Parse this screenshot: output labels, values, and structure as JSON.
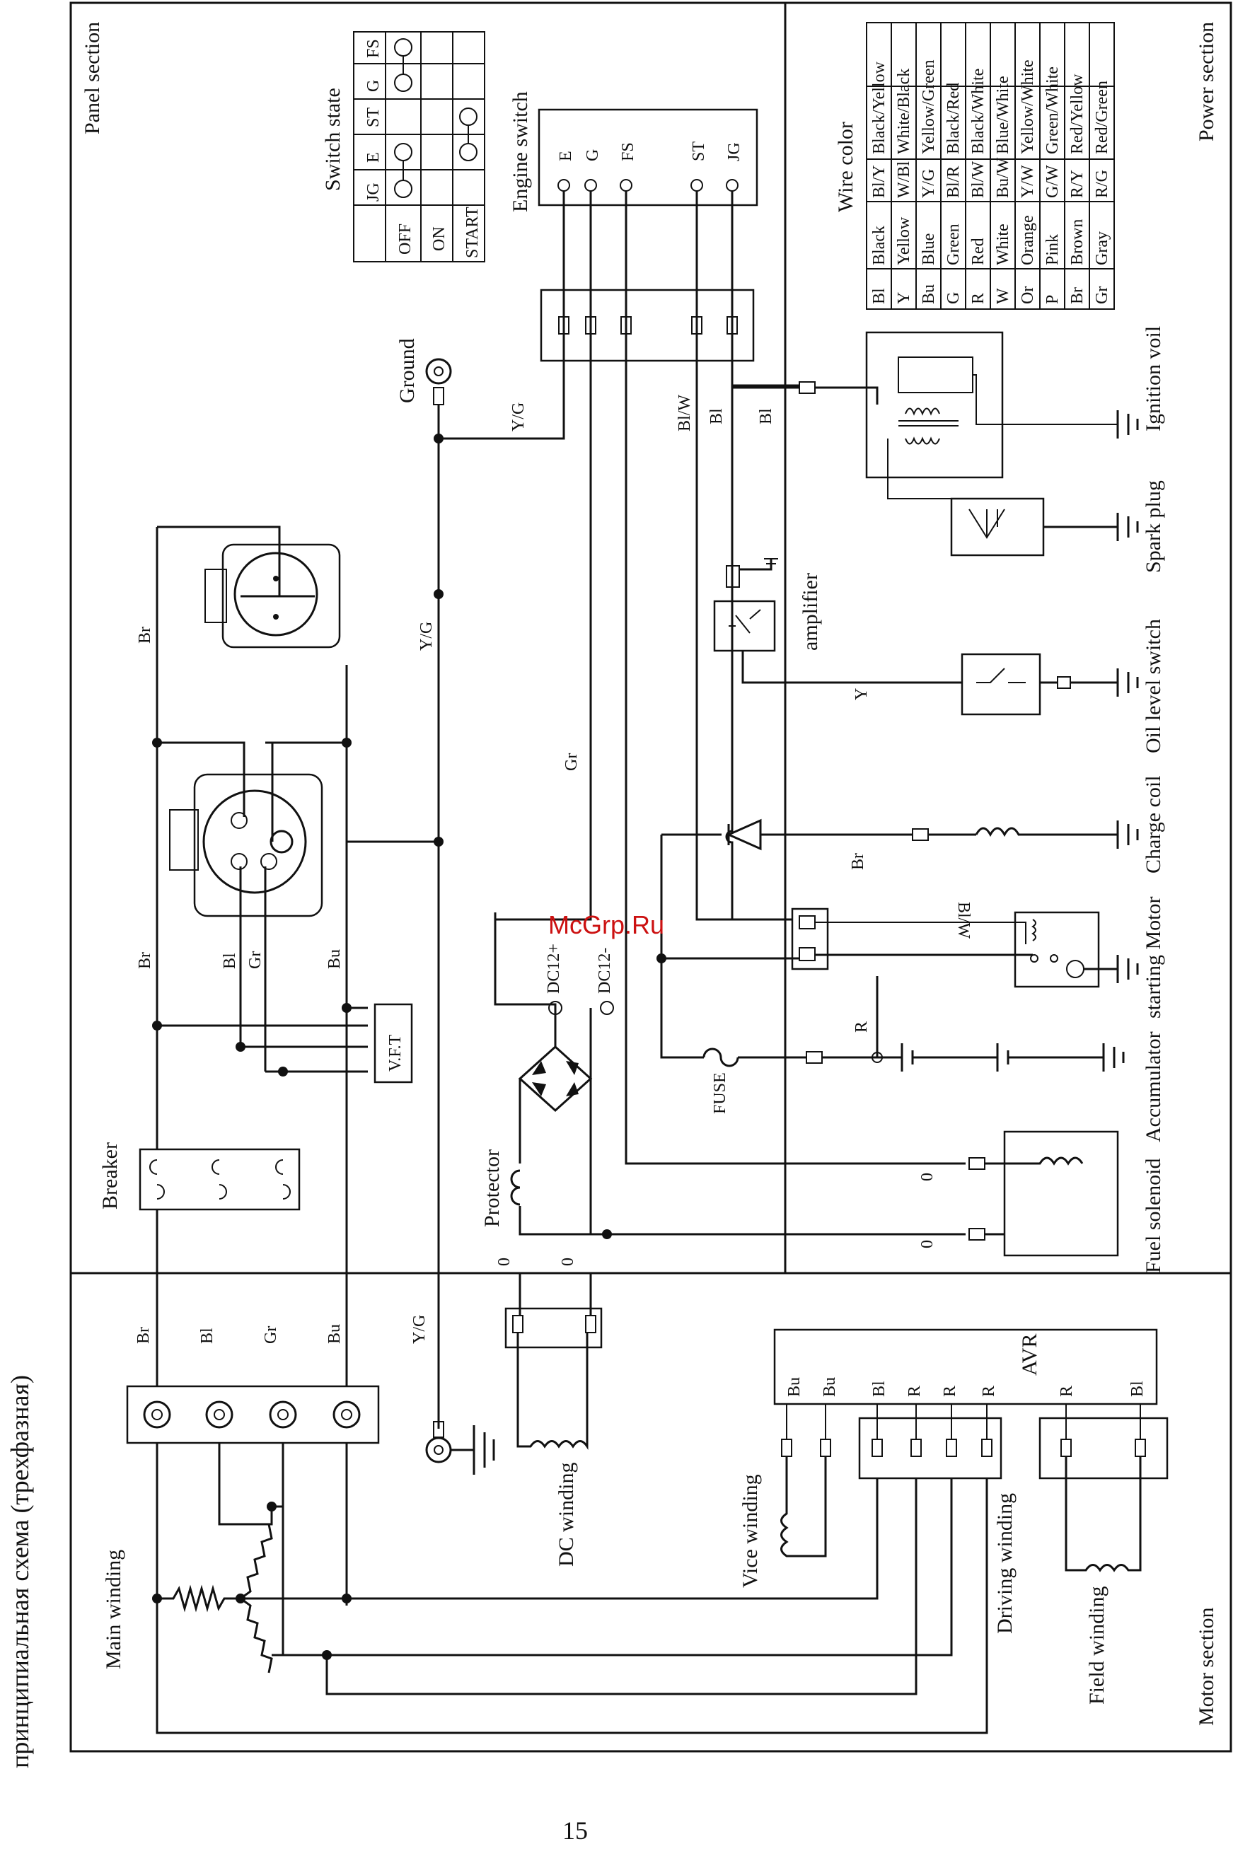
{
  "header": {
    "title": "принципиальная схема (трехфазная)"
  },
  "page_number": "15",
  "watermark": "McGrp.Ru",
  "sections": {
    "panel": "Panel section",
    "power": "Power section",
    "motor": "Motor section"
  },
  "switch_state": {
    "title": "Switch state",
    "columns": [
      "JG",
      "E",
      "ST",
      "G",
      "FS"
    ],
    "rows": [
      "OFF",
      "ON",
      "START"
    ]
  },
  "engine_switch": {
    "title": "Engine switch",
    "terminals": [
      "E",
      "G",
      "FS",
      "ST",
      "JG"
    ]
  },
  "wire_color": {
    "title": "Wire color",
    "entries": [
      {
        "code": "Bl",
        "color": "Black"
      },
      {
        "code": "Y",
        "color": "Yellow"
      },
      {
        "code": "Bu",
        "color": "Blue"
      },
      {
        "code": "G",
        "color": "Green"
      },
      {
        "code": "R",
        "color": "Red"
      },
      {
        "code": "W",
        "color": "White"
      },
      {
        "code": "Or",
        "color": "Orange"
      },
      {
        "code": "P",
        "color": "Pink"
      },
      {
        "code": "Br",
        "color": "Brown"
      },
      {
        "code": "Gr",
        "color": "Gray"
      }
    ],
    "pairs": [
      {
        "code": "Bl/Y",
        "color": "Black/Yellow"
      },
      {
        "code": "W/Bl",
        "color": "White/Black"
      },
      {
        "code": "Y/G",
        "color": "Yellow/Green"
      },
      {
        "code": "Bl/R",
        "color": "Black/Red"
      },
      {
        "code": "Bl/W",
        "color": "Black/White"
      },
      {
        "code": "Bu/W",
        "color": "Blue/White"
      },
      {
        "code": "Y/W",
        "color": "Yellow/White"
      },
      {
        "code": "G/W",
        "color": "Green/White"
      },
      {
        "code": "R/Y",
        "color": "Red/Yellow"
      },
      {
        "code": "R/G",
        "color": "Red/Green"
      }
    ]
  },
  "components": {
    "ground": "Ground",
    "ignition_coil": "Ignition voil",
    "spark_plug": "Spark plug",
    "amplifier": "amplifier",
    "oil_switch": "Oil level switch",
    "charge_coil": "Charge coil",
    "starting_motor": "starting Motor",
    "accumulator": "Accumulator",
    "fuel_solenoid": "Fuel solenoid",
    "fuse": "FUSE",
    "breaker": "Breaker",
    "protector": "Protector",
    "vft": "V.F.T",
    "dc12_plus": "DC12+",
    "dc12_minus": "DC12-",
    "main_winding": "Main winding",
    "dc_winding": "DC winding",
    "vice_winding": "Vice winding",
    "driving_winding": "Driving winding",
    "field_winding": "Field winding",
    "avr": "AVR"
  },
  "wire_labels": {
    "yg": "Y/G",
    "blw": "Bl/W",
    "bl": "Bl",
    "br": "Br",
    "gr": "Gr",
    "bu": "Bu",
    "y": "Y",
    "r": "R",
    "zero": "0",
    "blw_motor": "Bl/W"
  },
  "avr_pins": [
    "Bu",
    "Bu",
    "Bl",
    "R",
    "R",
    "R"
  ],
  "avr_pins2": [
    "R",
    "Bl"
  ]
}
